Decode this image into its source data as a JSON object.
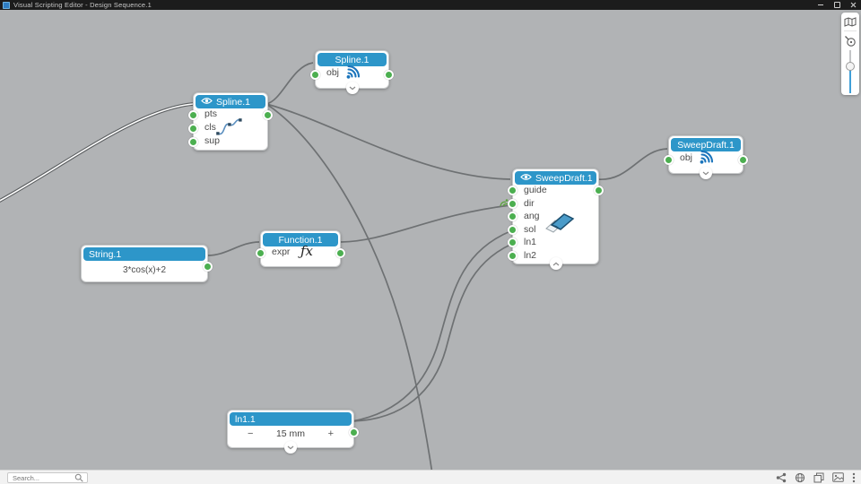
{
  "window": {
    "title": "Visual Scripting Editor - Design Sequence.1",
    "controls": [
      "minimize",
      "maximize",
      "close"
    ]
  },
  "nav_panel": {
    "icons": [
      "minimap",
      "zoom-fit"
    ],
    "has_zoom_slider": true
  },
  "nodes": {
    "spline_top": {
      "title": "Spline.1",
      "ports": [
        "obj"
      ],
      "icon": "spline-signal-icon",
      "collapse": "down"
    },
    "spline_left": {
      "title": "Spline.1",
      "visible_eye": true,
      "ports": [
        "pts",
        "cls",
        "sup"
      ],
      "icon": "spline-curve-icon"
    },
    "sweepdraft_right": {
      "title": "SweepDraft.1",
      "ports": [
        "obj"
      ],
      "icon": "spline-signal-icon",
      "collapse": "down"
    },
    "sweepdraft_center": {
      "title": "SweepDraft.1",
      "visible_eye": true,
      "ports": [
        "guide",
        "dir",
        "ang",
        "sol",
        "ln1",
        "ln2"
      ],
      "icon": "sweepdraft-icon",
      "collapse": "up"
    },
    "function": {
      "title": "Function.1",
      "ports": [
        "expr"
      ],
      "fx_glyph": "ƒx"
    },
    "string": {
      "title": "String.1",
      "value": "3*cos(x)+2"
    },
    "ln1": {
      "title": "ln1.1",
      "minus": "−",
      "value": "15 mm",
      "plus": "+",
      "collapse": "down"
    }
  },
  "wires": [
    {
      "from": "offscreen-left",
      "to": "spline_left.pts",
      "highlighted": true
    },
    {
      "from": "spline_left.out",
      "to": "spline_top.obj"
    },
    {
      "from": "spline_left.out",
      "to": "sweepdraft_center.guide"
    },
    {
      "from": "spline_left.out",
      "to": "offscreen-bottom"
    },
    {
      "from": "string.out",
      "to": "function.expr"
    },
    {
      "from": "function.out",
      "to": "sweepdraft_center.ang"
    },
    {
      "from": "ln1.out",
      "to": "sweepdraft_center.ln1"
    },
    {
      "from": "ln1.out",
      "to": "sweepdraft_center.ln2"
    },
    {
      "from": "sweepdraft_center.out",
      "to": "sweepdraft_right.obj"
    }
  ],
  "statusbar": {
    "search_placeholder": "Search...",
    "icons": [
      "share",
      "globe",
      "duplicate",
      "image",
      "more-options"
    ]
  },
  "colors": {
    "header_blue": "#2d96c9",
    "port_green": "#4caf50",
    "wire_gray": "#6e7173",
    "canvas_gray": "#b1b3b5"
  }
}
